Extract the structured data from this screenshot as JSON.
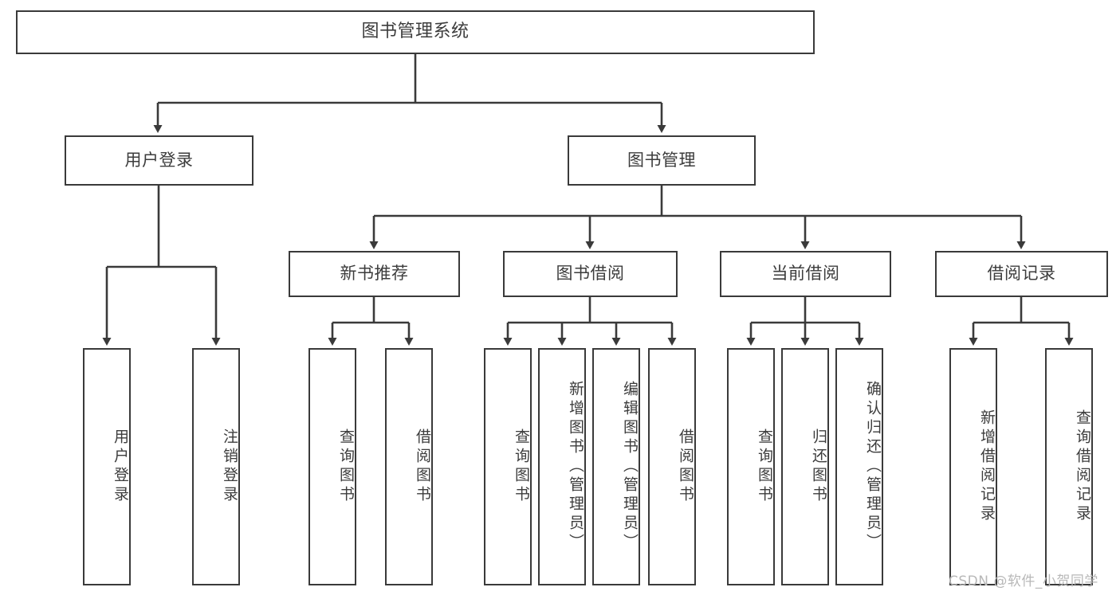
{
  "diagram": {
    "title": "图书管理系统",
    "type": "功能结构图",
    "stroke_color": "#3a3a3a",
    "text_color": "#3c3c3c",
    "background_color": "#ffffff"
  },
  "nodes": {
    "root": {
      "label": "图书管理系统"
    },
    "level2": [
      {
        "label": "用户登录"
      },
      {
        "label": "图书管理"
      }
    ],
    "level3": [
      {
        "label": "新书推荐"
      },
      {
        "label": "图书借阅"
      },
      {
        "label": "当前借阅"
      },
      {
        "label": "借阅记录"
      }
    ],
    "leaves": {
      "user_login": [
        {
          "label": "用户登录"
        },
        {
          "label": "注销登录"
        }
      ],
      "new_book_recommend": [
        {
          "label": "查询图书"
        },
        {
          "label": "借阅图书"
        }
      ],
      "book_borrow": [
        {
          "label": "查询图书"
        },
        {
          "label": "新增图书（管理员）"
        },
        {
          "label": "编辑图书（管理员）"
        },
        {
          "label": "借阅图书"
        }
      ],
      "current_borrow": [
        {
          "label": "查询图书"
        },
        {
          "label": "归还图书"
        },
        {
          "label": "确认归还（管理员）"
        }
      ],
      "borrow_record": [
        {
          "label": "新增借阅记录"
        },
        {
          "label": "查询借阅记录"
        }
      ]
    }
  },
  "watermark": {
    "text": "CSDN @软件_小贺同学"
  }
}
